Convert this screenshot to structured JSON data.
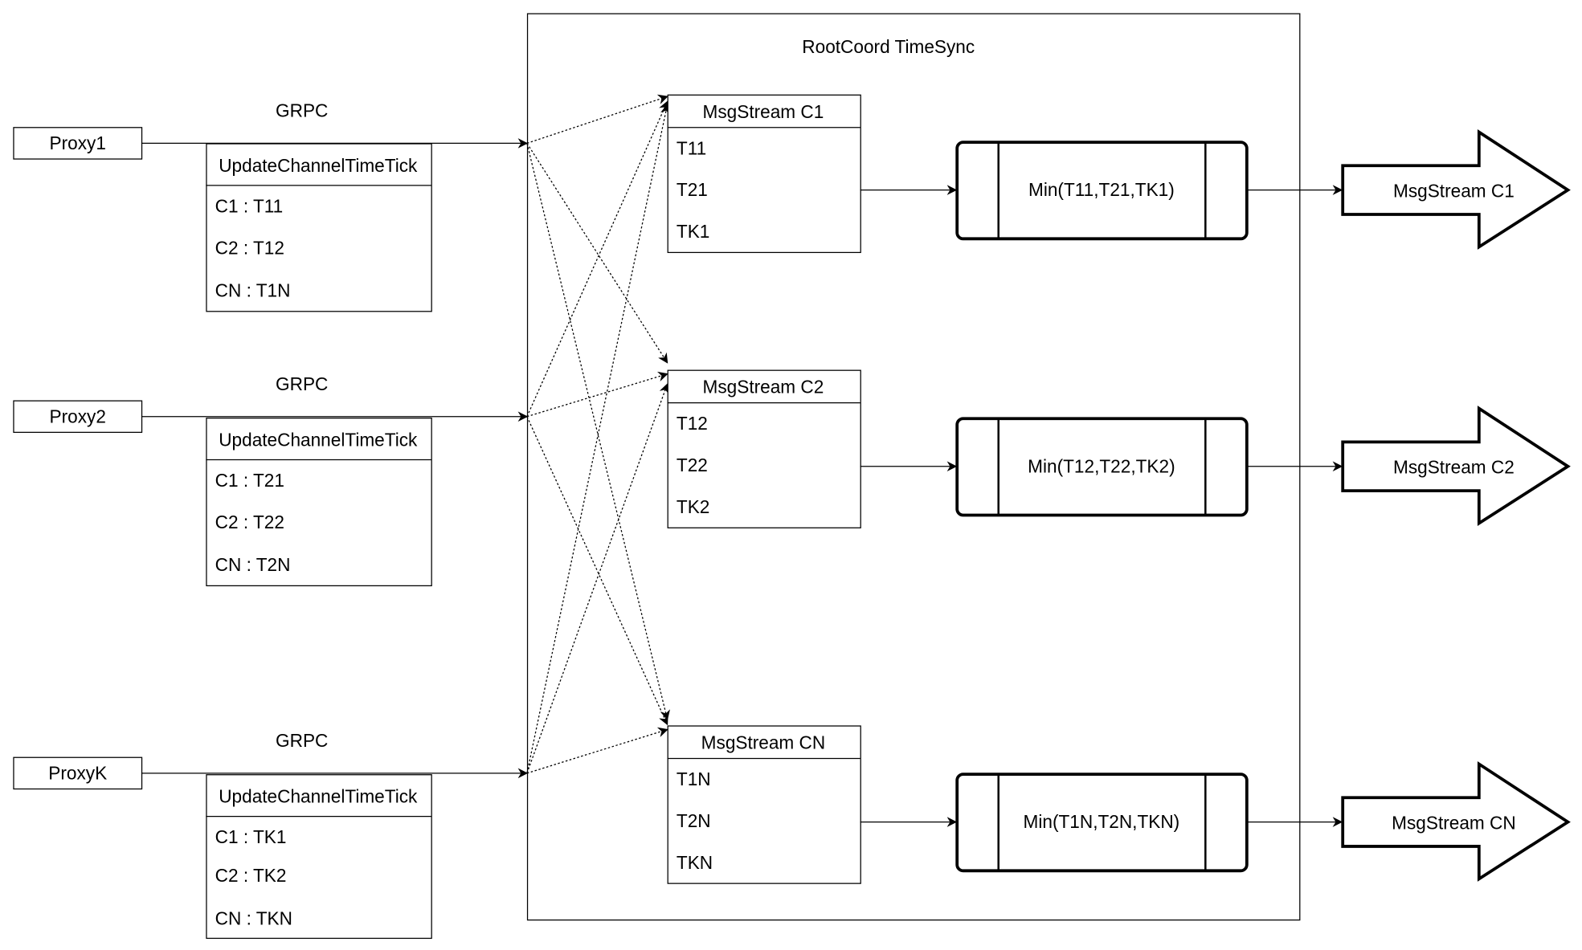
{
  "title": "RootCoord TimeSync",
  "grpc_label": "GRPC",
  "proxies": [
    {
      "name": "Proxy1",
      "table_header": "UpdateChannelTimeTick",
      "rows": [
        "C1 :  T11",
        "C2 :  T12",
        "CN : T1N"
      ]
    },
    {
      "name": "Proxy2",
      "table_header": "UpdateChannelTimeTick",
      "rows": [
        "C1 :  T21",
        "C2 :  T22",
        "CN : T2N"
      ]
    },
    {
      "name": "ProxyK",
      "table_header": "UpdateChannelTimeTick",
      "rows": [
        "C1 :  TK1",
        "C2 :  TK2",
        "CN : TKN"
      ]
    }
  ],
  "streams": [
    {
      "header": "MsgStream C1",
      "rows": [
        "T11",
        "T21",
        "TK1"
      ],
      "min": "Min(T11,T21,TK1)",
      "output": "MsgStream C1"
    },
    {
      "header": "MsgStream C2",
      "rows": [
        "T12",
        "T22",
        "TK2"
      ],
      "min": "Min(T12,T22,TK2)",
      "output": "MsgStream C2"
    },
    {
      "header": "MsgStream CN",
      "rows": [
        "T1N",
        "T2N",
        "TKN"
      ],
      "min": "Min(T1N,T2N,TKN)",
      "output": "MsgStream CN"
    }
  ]
}
